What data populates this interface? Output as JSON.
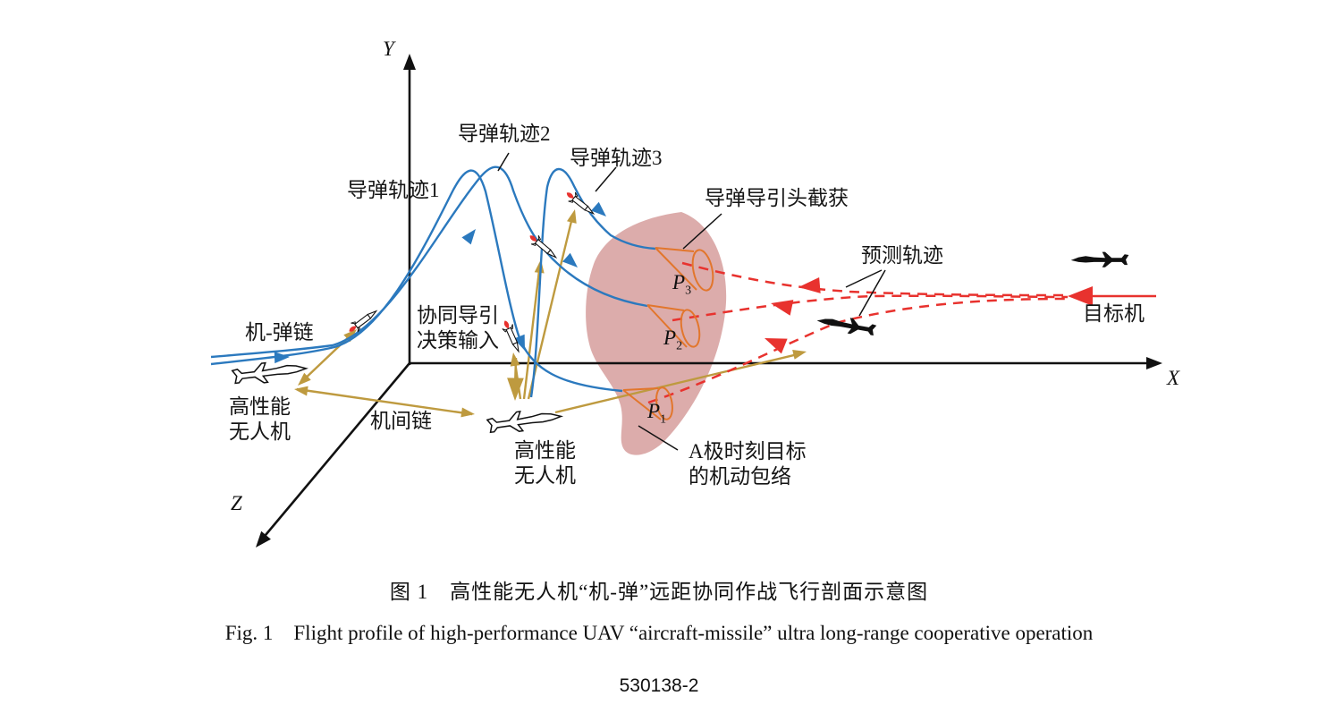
{
  "figure": {
    "caption_zh": "图 1　高性能无人机“机-弹”远距协同作战飞行剖面示意图",
    "caption_en": "Fig. 1　Flight profile of high-performance UAV “aircraft-missile” ultra long-range cooperative operation",
    "page_code": "530138-2"
  },
  "axes": {
    "x_label": "X",
    "y_label": "Y",
    "z_label": "Z"
  },
  "labels": {
    "missile_trajectory_1": "导弹轨迹1",
    "missile_trajectory_2": "导弹轨迹2",
    "missile_trajectory_3": "导弹轨迹3",
    "aircraft_missile_link": "机-弹链",
    "uav_left": "高性能\n无人机",
    "inter_aircraft_link": "机间链",
    "cooperative_guidance_input": "协同导引\n决策输入",
    "uav_right": "高性能\n无人机",
    "seeker_intercept": "导弹导引头截获",
    "predicted_trajectory": "预测轨迹",
    "target_aircraft": "目标机",
    "maneuver_envelope": "A极时刻目标\n的机动包络",
    "p1": {
      "letter": "P",
      "sub": "1"
    },
    "p2": {
      "letter": "P",
      "sub": "2"
    },
    "p3": {
      "letter": "P",
      "sub": "3"
    }
  },
  "icons": {
    "uav": "outlined-fighter-jet-icon",
    "enemy": "black-fighter-jet-icon",
    "missile": "missile-with-flame-icon",
    "seeker": "seeker-cone-icon"
  },
  "colors": {
    "trajectory_blue": "#2b79be",
    "datalink_gold": "#be9a3f",
    "predicted_red": "#e8322e",
    "envelope_pink": "#d9a5a4",
    "seeker_orange": "#e2762c"
  }
}
